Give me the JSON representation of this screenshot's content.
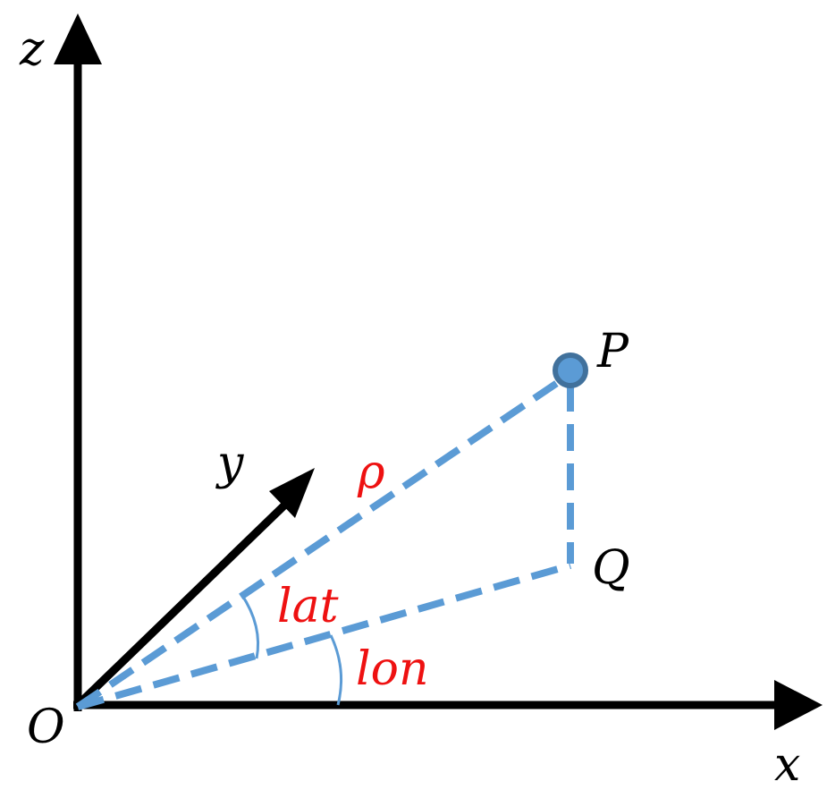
{
  "labels": {
    "z": "z",
    "y": "y",
    "x": "x",
    "origin": "O",
    "point_p": "P",
    "point_q": "Q",
    "rho": "ρ",
    "lat": "lat",
    "lon": "lon"
  },
  "colors": {
    "axis": "#000000",
    "construction": "#5b9bd5",
    "angle_label": "#ee1111",
    "point_fill": "#5b9bd5",
    "point_stroke": "#41719c",
    "text": "#000000"
  }
}
